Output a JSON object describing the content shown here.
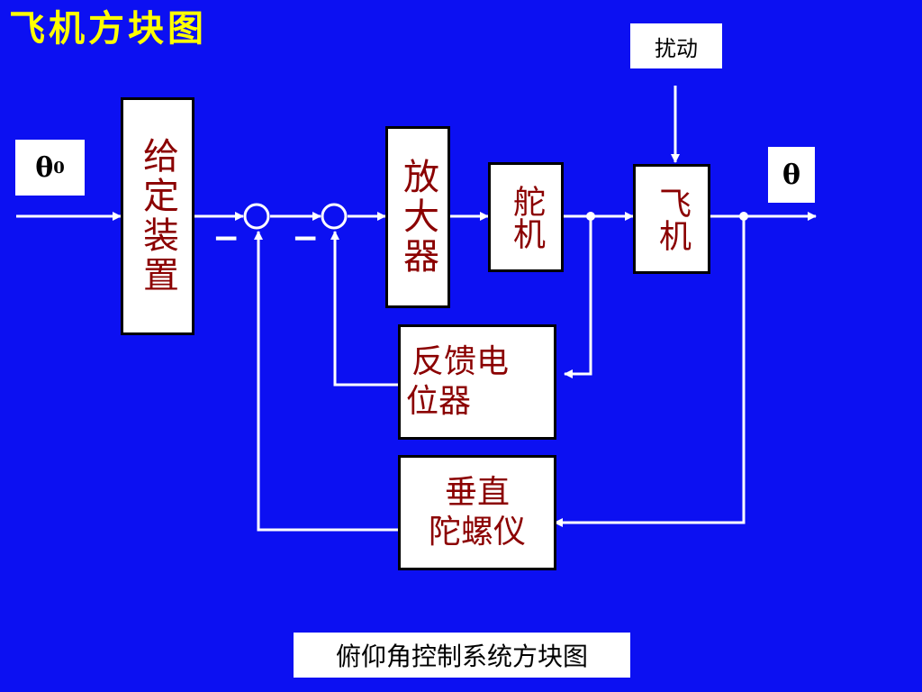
{
  "title": "飞机方块图",
  "blocks": {
    "reference": "给定装置",
    "amplifier": "放大器",
    "servo": "舵机",
    "aircraft": "飞机",
    "feedback_pot_line1": "反馈电",
    "feedback_pot_line2": "位器",
    "gyro_line1": "垂直",
    "gyro_line2": "陀螺仪"
  },
  "labels": {
    "input": "θ",
    "input_subscript": "0",
    "output": "θ",
    "disturbance": "扰动",
    "minus_1": "−",
    "minus_2": "−"
  },
  "caption": "俯仰角控制系统方块图",
  "colors": {
    "background": "#0c10f2",
    "title": "#ffff00",
    "block_text": "#8b0000",
    "lines": "#ffffff"
  }
}
